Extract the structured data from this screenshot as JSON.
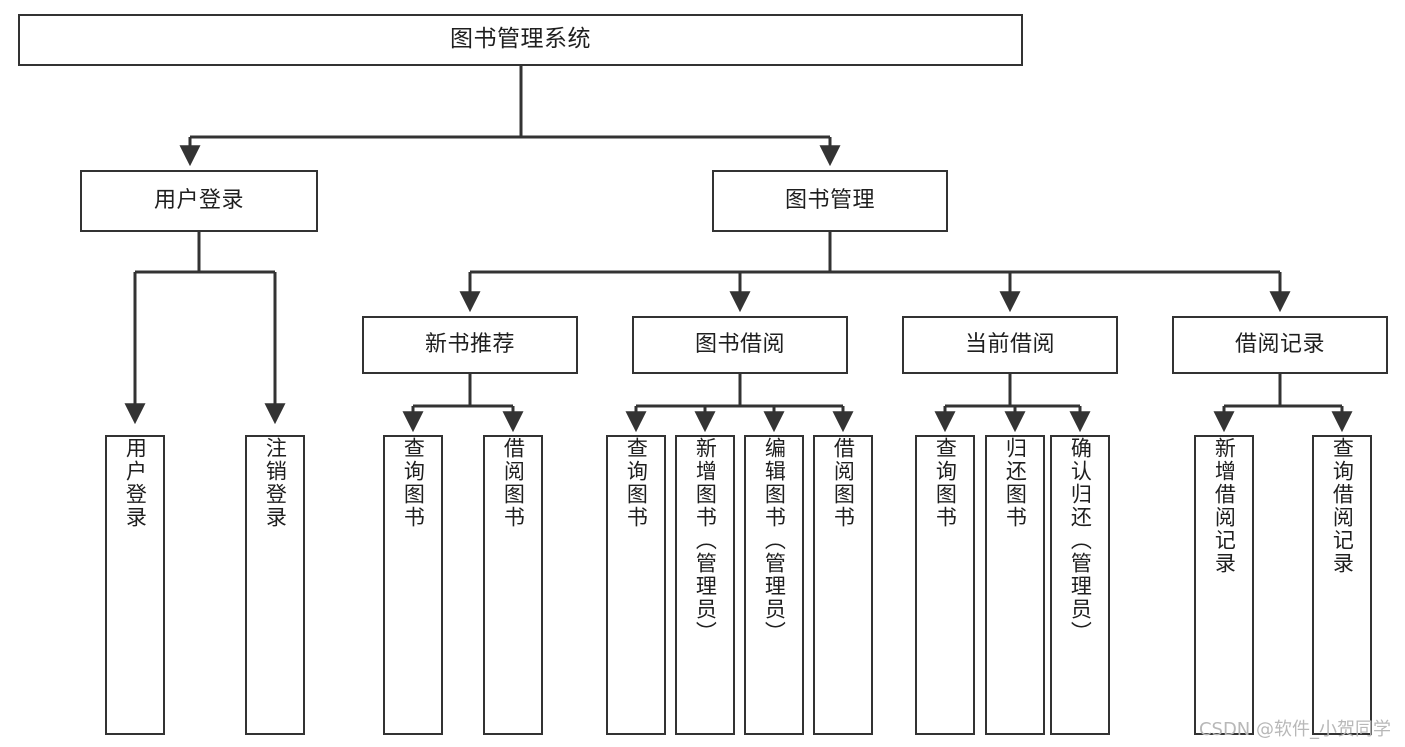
{
  "diagram": {
    "type": "org-tree",
    "title": "图书管理系统",
    "watermark": "CSDN @软件_小贺同学",
    "colors": {
      "stroke": "#333333",
      "fill": "#ffffff",
      "text": "#1f1f1f",
      "watermark": "#b8b8b8"
    },
    "nodes": {
      "root": {
        "label": "图书管理系统",
        "level": 1,
        "orientation": "horizontal"
      },
      "l2": [
        {
          "id": "user-login",
          "label": "用户登录",
          "level": 2,
          "orientation": "horizontal"
        },
        {
          "id": "book-manage",
          "label": "图书管理",
          "level": 2,
          "orientation": "horizontal"
        }
      ],
      "l3": [
        {
          "id": "new-book-recommend",
          "label": "新书推荐",
          "level": 3,
          "orientation": "horizontal",
          "parent": "book-manage"
        },
        {
          "id": "book-borrow",
          "label": "图书借阅",
          "level": 3,
          "orientation": "horizontal",
          "parent": "book-manage"
        },
        {
          "id": "current-borrow",
          "label": "当前借阅",
          "level": 3,
          "orientation": "horizontal",
          "parent": "book-manage"
        },
        {
          "id": "borrow-record",
          "label": "借阅记录",
          "level": 3,
          "orientation": "horizontal",
          "parent": "book-manage"
        }
      ],
      "leaves": [
        {
          "id": "leaf-user-login",
          "label": "用户登录",
          "parent": "user-login",
          "orientation": "vertical"
        },
        {
          "id": "leaf-user-logout",
          "label": "注销登录",
          "parent": "user-login",
          "orientation": "vertical"
        },
        {
          "id": "leaf-query-book-1",
          "label": "查询图书",
          "parent": "new-book-recommend",
          "orientation": "vertical"
        },
        {
          "id": "leaf-borrow-book-1",
          "label": "借阅图书",
          "parent": "new-book-recommend",
          "orientation": "vertical"
        },
        {
          "id": "leaf-query-book-2",
          "label": "查询图书",
          "parent": "book-borrow",
          "orientation": "vertical"
        },
        {
          "id": "leaf-add-book",
          "label": "新增图书（管理员）",
          "parent": "book-borrow",
          "orientation": "vertical"
        },
        {
          "id": "leaf-edit-book",
          "label": "编辑图书（管理员）",
          "parent": "book-borrow",
          "orientation": "vertical"
        },
        {
          "id": "leaf-borrow-book-2",
          "label": "借阅图书",
          "parent": "book-borrow",
          "orientation": "vertical"
        },
        {
          "id": "leaf-query-book-3",
          "label": "查询图书",
          "parent": "current-borrow",
          "orientation": "vertical"
        },
        {
          "id": "leaf-return-book",
          "label": "归还图书",
          "parent": "current-borrow",
          "orientation": "vertical"
        },
        {
          "id": "leaf-confirm-return",
          "label": "确认归还（管理员）",
          "parent": "current-borrow",
          "orientation": "vertical"
        },
        {
          "id": "leaf-add-record",
          "label": "新增借阅记录",
          "parent": "borrow-record",
          "orientation": "vertical"
        },
        {
          "id": "leaf-query-record",
          "label": "查询借阅记录",
          "parent": "borrow-record",
          "orientation": "vertical"
        }
      ]
    }
  }
}
